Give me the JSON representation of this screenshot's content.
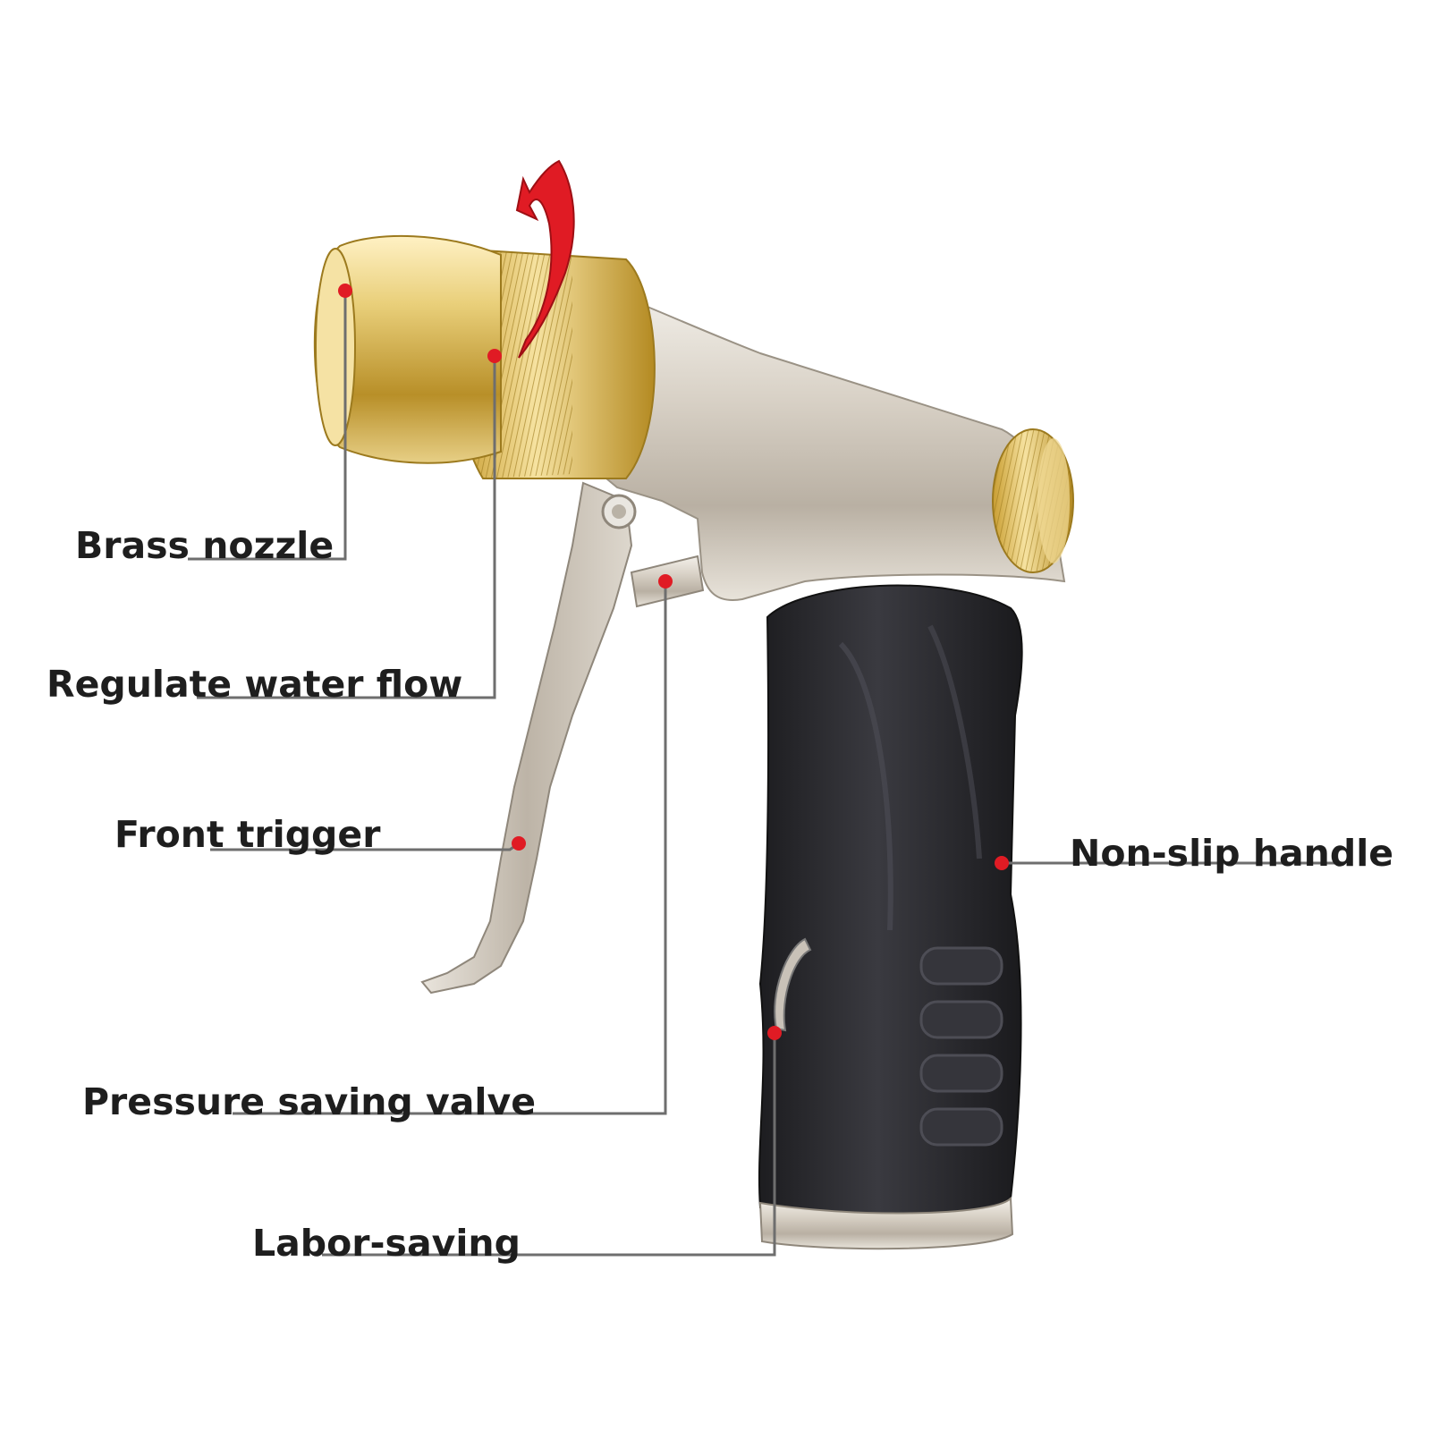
{
  "labels": {
    "brass_nozzle": "Brass nozzle",
    "regulate_water_flow": "Regulate water flow",
    "front_trigger": "Front trigger",
    "pressure_saving_valve": "Pressure saving valve",
    "labor_saving": "Labor-saving",
    "non_slip_handle": "Non-slip handle"
  },
  "colors": {
    "marker": "#e01b24",
    "leader_line": "#6e6e6e",
    "text": "#1e1e1e",
    "brass": "#d4b24a",
    "steel": "#c9c2b8",
    "rubber": "#2a2a2e"
  }
}
